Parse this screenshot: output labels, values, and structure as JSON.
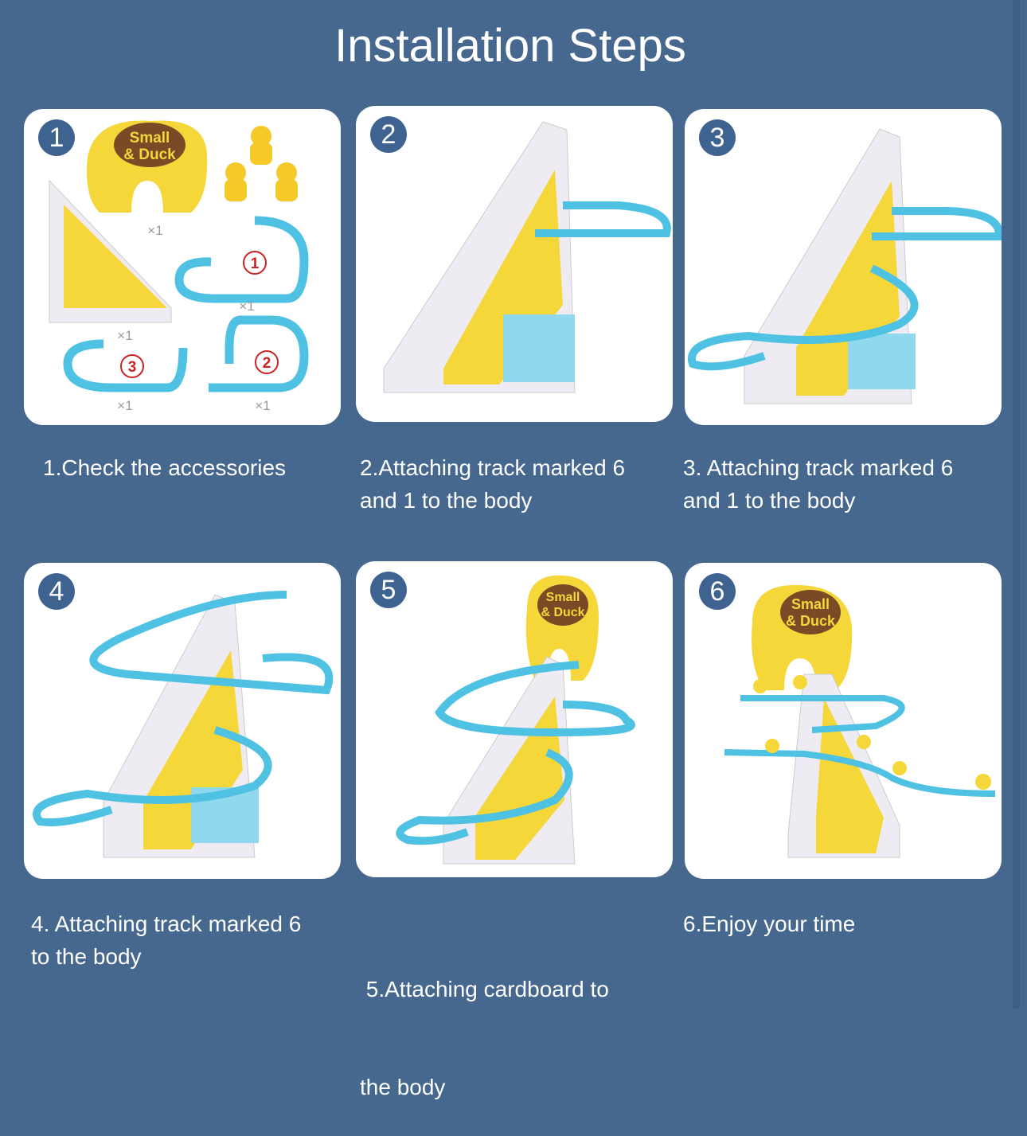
{
  "title": "Installation Steps",
  "colors": {
    "background": "#46688f",
    "badge": "#3f6390",
    "track": "#4fc1e3",
    "stairs": "#f0eef4",
    "yellow": "#f5d73a",
    "sign": "#7a4a26"
  },
  "product_label": "Small & Duck",
  "body_label": "Small Duck",
  "accessories": {
    "count": "×1",
    "track_numbers": [
      "1",
      "2",
      "3"
    ]
  },
  "steps": [
    {
      "number": "1",
      "caption": [
        "1.Check the accessories"
      ]
    },
    {
      "number": "2",
      "caption": [
        "2.Attaching track marked 6",
        "and 1 to the body"
      ]
    },
    {
      "number": "3",
      "caption": [
        "3. Attaching track marked 6",
        "and 1 to the body"
      ]
    },
    {
      "number": "4",
      "caption": [
        "4. Attaching track marked 6",
        "to the body"
      ]
    },
    {
      "number": "5",
      "caption": [
        " 5.Attaching cardboard to",
        "the body"
      ]
    },
    {
      "number": "6",
      "caption": [
        "6.Enjoy your time"
      ]
    }
  ]
}
